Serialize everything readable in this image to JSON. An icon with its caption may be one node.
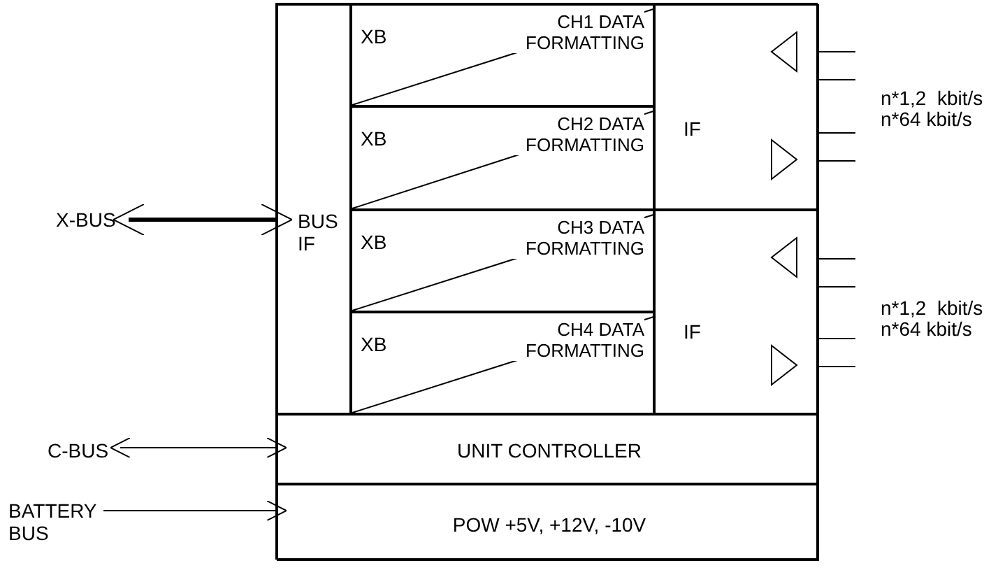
{
  "diagram": {
    "nodes": [
      {
        "text": [],
        "shape": "box"
      },
      {
        "text": [
          "BUS IF"
        ],
        "in": 0
      },
      {
        "text": [
          "XB",
          "CH1 DATA FORMATTING"
        ],
        "in": 0
      },
      {
        "text": [
          "XB",
          "CH2 DATA FORMATTING"
        ],
        "in": 0
      },
      {
        "text": [
          "XB",
          "CH3 DATA FORMATTING"
        ],
        "in": 0
      },
      {
        "text": [
          "XB",
          "CH4 DATA FORMATTING"
        ],
        "in": 0
      },
      {
        "text": [
          "IF"
        ],
        "in": 0
      },
      {
        "text": [
          "IF"
        ],
        "in": 0
      },
      {
        "text": [
          "UNIT CONTROLLER"
        ],
        "in": 0
      },
      {
        "text": [
          "POW +5V, +12V, -10V"
        ],
        "in": 0
      },
      {
        "text": [
          "X-BUS"
        ]
      },
      {
        "text": [
          "C-BUS"
        ]
      },
      {
        "text": [
          "BATTERY BUS"
        ]
      }
    ],
    "edges": [
      {
        "from": 10,
        "to": 1,
        "arrow": "both",
        "style": "thick"
      },
      {
        "from": 11,
        "to": 8,
        "arrow": "both"
      },
      {
        "from": 12,
        "to": 9,
        "arrow": "to"
      },
      {
        "from": 6,
        "to": null,
        "arrow": "none"
      },
      {
        "from": 6,
        "to": null,
        "arrow": "none"
      },
      {
        "from": 6,
        "to": null,
        "arrow": "none"
      },
      {
        "from": 6,
        "to": null,
        "arrow": "none"
      },
      {
        "from": 7,
        "to": null,
        "arrow": "none"
      },
      {
        "from": 7,
        "to": null,
        "arrow": "none"
      },
      {
        "from": 7,
        "to": null,
        "arrow": "none"
      },
      {
        "from": 7,
        "to": null,
        "arrow": "none"
      }
    ],
    "labels": [
      "n*1,2  kbit/s",
      "n*64 kbit/s",
      "n*1,2  kbit/s",
      "n*64 kbit/s"
    ]
  }
}
